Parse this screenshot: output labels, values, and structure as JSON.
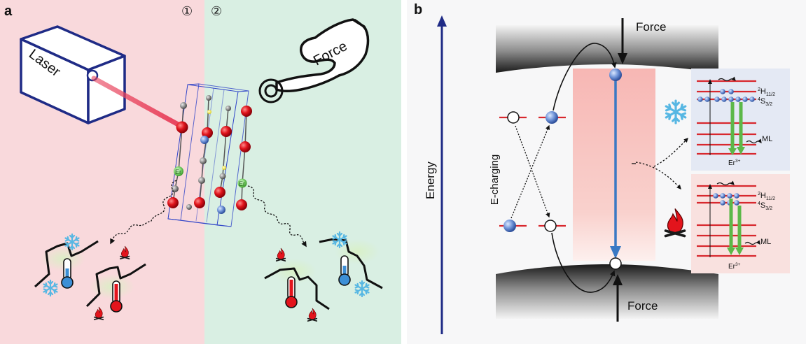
{
  "panel_a": {
    "label": "a",
    "step1": "①",
    "step2": "②",
    "laser_label": "Laser",
    "force_label": "Force",
    "ion_label_1": "Er",
    "ion_label_2": "Er"
  },
  "panel_b": {
    "label": "b",
    "energy_label": "Energy",
    "echarging_label": "E-charging",
    "force_top": "Force",
    "force_bottom": "Force",
    "cold_box": {
      "level_top_sup": "2",
      "level_top_main": "H",
      "level_top_sub": "11/2",
      "level_mid_sup": "4",
      "level_mid_main": "S",
      "level_mid_sub": "3/2",
      "ml_label": "ML",
      "ion_main": "Er",
      "ion_sup": "3+"
    },
    "hot_box": {
      "level_top_sup": "2",
      "level_top_main": "H",
      "level_top_sub": "11/2",
      "level_mid_sup": "4",
      "level_mid_main": "S",
      "level_mid_sub": "3/2",
      "ml_label": "ML",
      "ion_main": "Er",
      "ion_sup": "3+"
    }
  },
  "icons": {
    "cold": "snowflake-icon",
    "hot": "fire-icon",
    "thermometer": "thermometer-icon"
  },
  "colors": {
    "pink_bg": "#f9d9dc",
    "green_bg": "#d9efe3",
    "navy": "#1f2b86",
    "laser_red": "#e8425c",
    "blue_arrow": "#3a79c4",
    "level_red": "#d8282e",
    "ml_green": "#5cb848",
    "cold_box_bg": "#e4e9f4",
    "hot_box_bg": "#f9e1df"
  }
}
